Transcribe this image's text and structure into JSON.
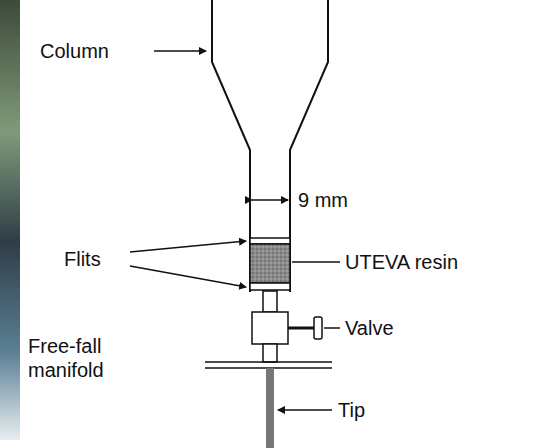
{
  "diagram": {
    "labels": [
      "Column",
      "9 mm",
      "Flits",
      "UTEVA resin",
      "Valve",
      "Free-fall manifold",
      "Tip"
    ]
  }
}
